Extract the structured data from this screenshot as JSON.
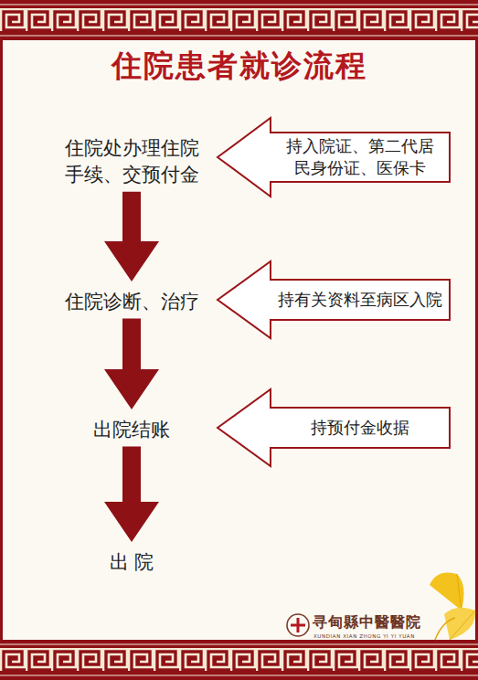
{
  "diagram": {
    "title": "住院患者就诊流程",
    "nodes": [
      {
        "text": [
          "住院处办理住院 手续、交预付金"
        ]
      },
      {
        "text": [
          "持入院证、第二代居 民身份证、医保卡"
        ]
      },
      {
        "text": [
          "住院诊断、治疗"
        ]
      },
      {
        "text": [
          "持有关资料至病区入院"
        ]
      },
      {
        "text": [
          "出院结账"
        ]
      },
      {
        "text": [
          "持预付金收据"
        ]
      },
      {
        "text": [
          "出 院"
        ]
      }
    ],
    "edges": [
      {
        "from": 0,
        "to": 2,
        "arrow": "to"
      },
      {
        "from": 2,
        "to": 4,
        "arrow": "to"
      },
      {
        "from": 4,
        "to": 6,
        "arrow": "to"
      }
    ],
    "labels": [
      "寻甸縣中醫醫院",
      "XUNDIAN XIAN ZHONG YI YI YUAN"
    ]
  }
}
